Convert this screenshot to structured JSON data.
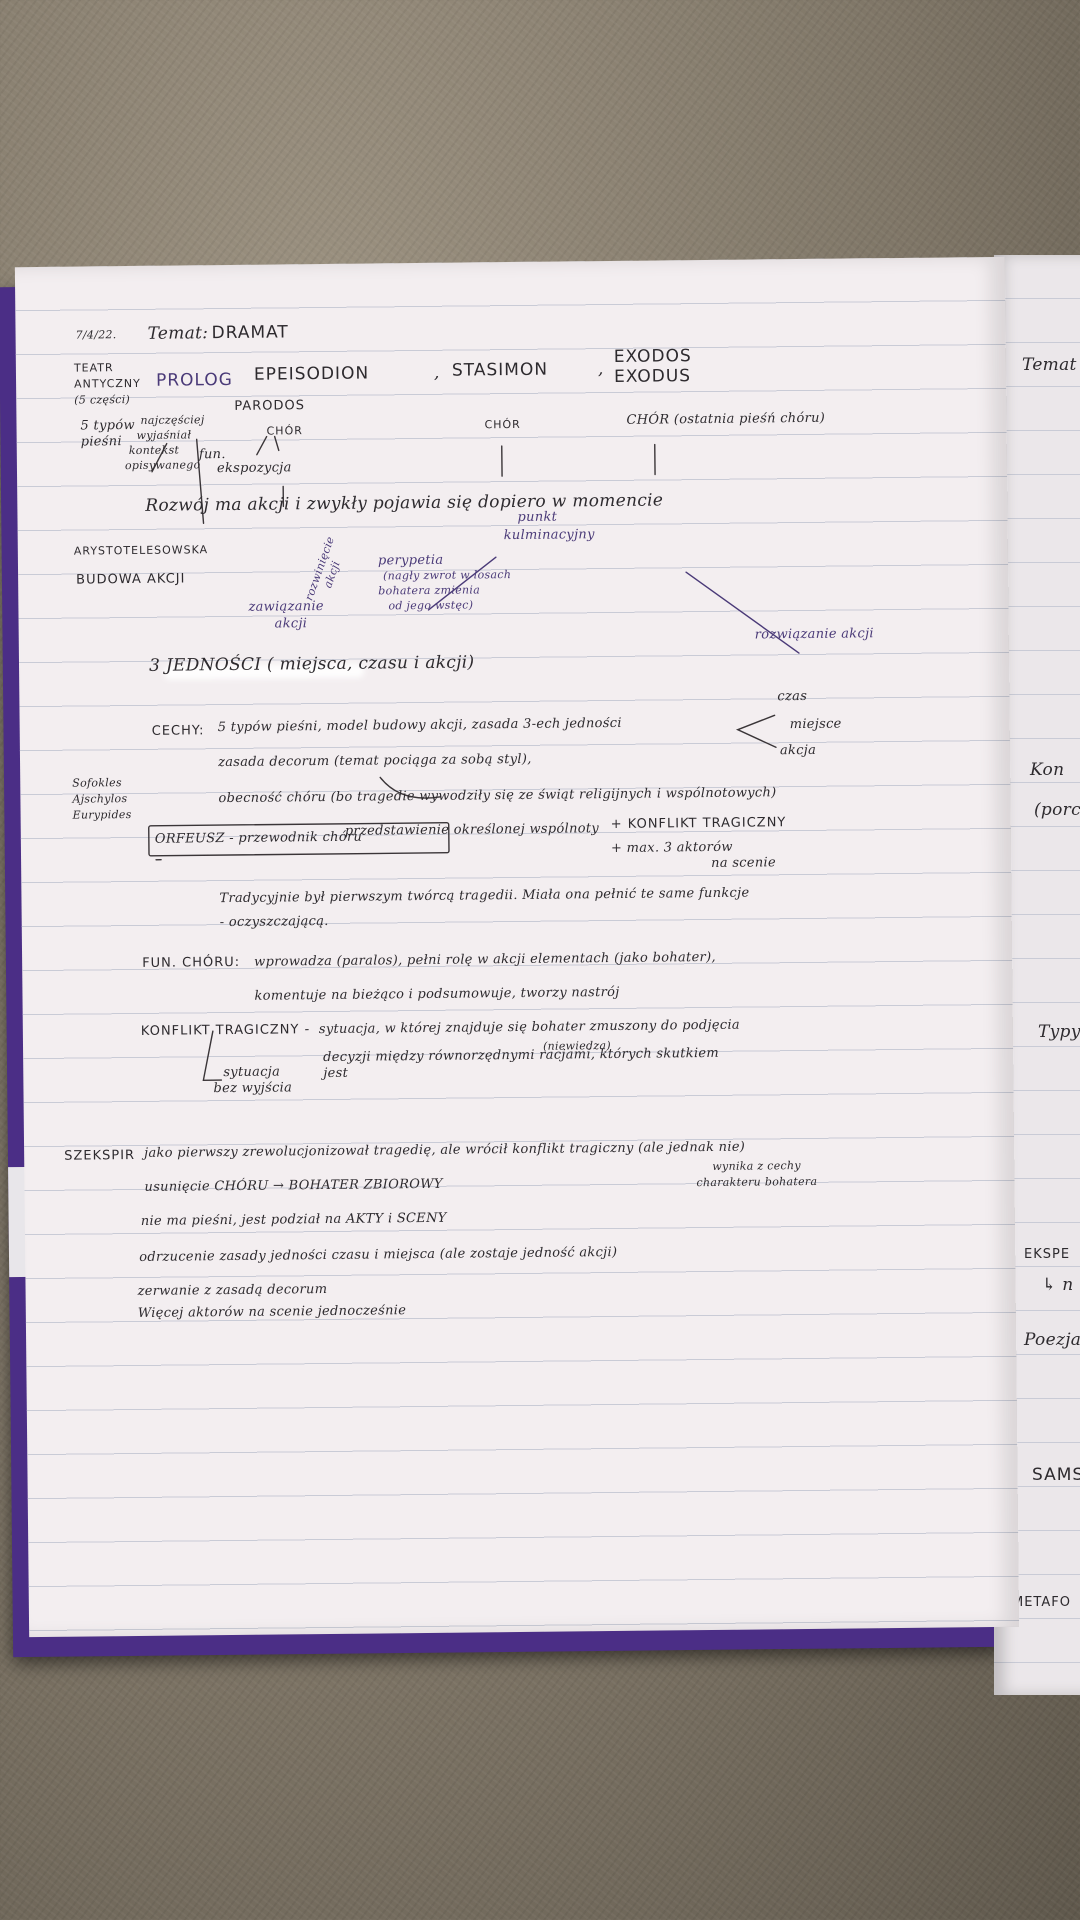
{
  "left_page": {
    "date": "7/4/22.",
    "temat_label": "Temat:",
    "temat_title": "DRAMAT",
    "teatr_antyczny": [
      "TEATR",
      "ANTYCZNY",
      "(5 części)"
    ],
    "prolog": "PROLOG",
    "epeisodion": "EPEISODION",
    "stasimon": "STASIMON",
    "exodos": "EXODOS",
    "exodus": "EXODUS",
    "parodos": "PARODOS",
    "piesni": [
      "5 typów",
      "pieśni"
    ],
    "prolog_note": [
      "najczęściej",
      "wyjaśniał",
      "kontekst",
      "opisywanego"
    ],
    "fun_note": [
      "fun.",
      "ekspozycja"
    ],
    "chor_1": "CHÓR",
    "chor_2": "CHÓR",
    "chor_3": "CHÓR (ostatnia pieśń chóru)",
    "line_rozwoj": "Rozwój ma akcji i zwykły pojawia się dopiero w momencie",
    "arystotelesowska": "ARYSTOTELESOWSKA",
    "budowa_akcji": "BUDOWA AKCJI",
    "punkt": [
      "punkt",
      "kulminacyjny"
    ],
    "rozwiniecie": [
      "rozwinięcie",
      "akcji"
    ],
    "perypetia": [
      "perypetia",
      "(nagły zwrot w losach",
      "bohatera zmienia",
      "od jego wstęc)"
    ],
    "zawiazanie": [
      "zawiązanie",
      "akcji"
    ],
    "rozwiazanie": "rozwiązanie akcji",
    "trzy_jednosci": "3 JEDNOŚCI ( miejsca, czasu i akcji)",
    "cechy_label": "CECHY:",
    "cechy_line1": "5 typów pieśni, model budowy akcji, zasada 3-ech jedności",
    "cechy_branch": [
      "czas",
      "miejsce",
      "akcja"
    ],
    "cechy_line2": "zasada decorum (temat pociąga za sobą styl),",
    "cechy_line3": "obecność chóru (bo tragedie wywodziły się ze świąt religijnych i wspólnotowych)",
    "autorzy": [
      "Sofokles",
      "Ajschylos",
      "Eurypides"
    ],
    "przedstawienie": "przedstawienie określonej wspólnoty",
    "konflikt_plus": "+ KONFLIKT TRAGICZNY",
    "max_aktorow": [
      "+ max. 3 aktorów",
      "na scenie"
    ],
    "orfeusz": "ORFEUSZ - przewodnik chóru",
    "tespis_line1": "Tradycyjnie był pierwszym twórcą tragedii. Miała ona pełnić te same funkcje",
    "tespis_line2": "- oczyszczającą.",
    "fun_choru_label": "FUN. CHÓRU:",
    "fun_choru_line1": "wprowadza (paralos), pełni rolę w akcji elementach (jako bohater),",
    "fun_choru_line2": "komentuje na bieżąco i podsumowuje, tworzy nastrój",
    "konflikt_label": "KONFLIKT TRAGICZNY -",
    "konflikt_line1": "sytuacja, w której znajduje się bohater zmuszony do podjęcia",
    "niewiedza": "(niewiedza)",
    "jest": "jest",
    "konflikt_line2": "decyzji między równorzędnymi racjami, których skutkiem",
    "sytuacja_bez": [
      "sytuacja",
      "bez wyjścia"
    ],
    "szekspir_label": "SZEKSPIR",
    "szekspir_line1": "jako pierwszy zrewolucjonizował tragedię, ale wrócił konflikt tragiczny (ale jednak nie)",
    "szekspir_side": [
      "wynika z cechy",
      "charakteru bohatera"
    ],
    "szekspir_line2": "usunięcie CHÓRU → BOHATER ZBIOROWY",
    "szekspir_line3": "nie ma pieśni, jest podział na AKTY i SCENY",
    "szekspir_line4": "odrzucenie zasady jedności czasu i miejsca (ale zostaje jedność akcji)",
    "szekspir_line5": "zerwanie z zasadą decorum",
    "szekspir_line6": "Więcej aktorów na scenie jednocześnie"
  },
  "right_page": {
    "temat": "Temat",
    "kon": "Kon",
    "poro": "(porc",
    "typy": "Typy",
    "ekspe": "EKSPE",
    "n": "↳ n",
    "poezja": "Poezja",
    "sams": "SAMS",
    "metafo": "METAFO"
  }
}
